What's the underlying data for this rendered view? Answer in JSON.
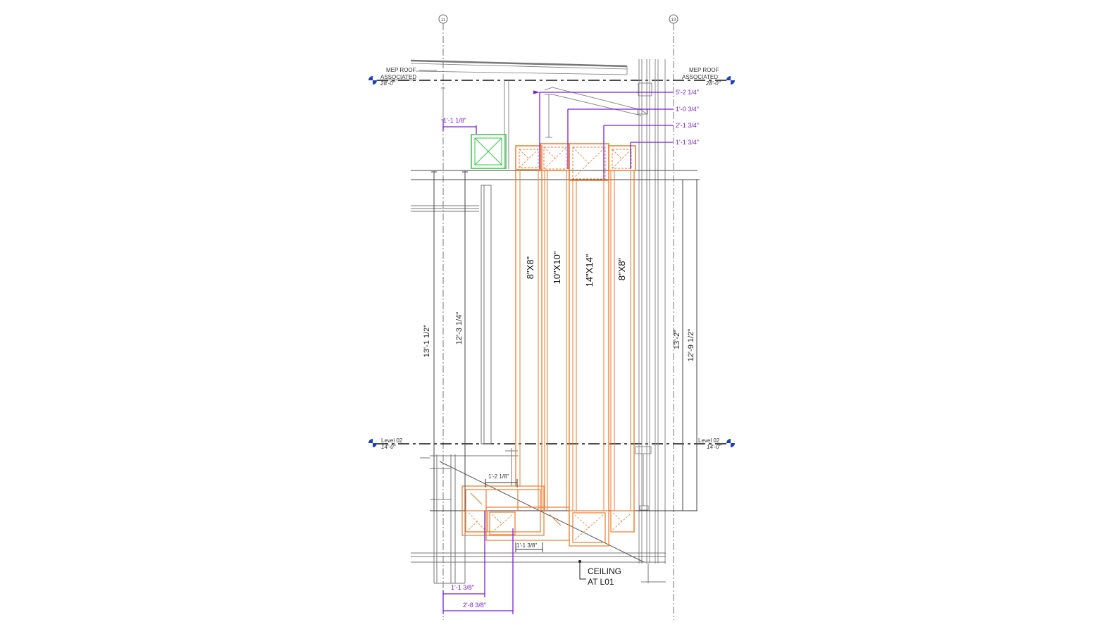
{
  "drawing": {
    "type": "MEP duct section / elevation",
    "colors": {
      "background": "#ffffff",
      "linework": "#555555",
      "duct": "#f07a2a",
      "duct_hidden": "#f07a2a",
      "dimension_purple": "#7a1fd6",
      "equipment_green": "#2ecc40",
      "level_marker": "#1f3fb8"
    },
    "grids": [
      {
        "label": "11"
      },
      {
        "label": "13"
      }
    ],
    "levels": [
      {
        "name_line1": "MEP ROOF",
        "name_line2": "ASSOCIATED",
        "elevation": "28'-0\"",
        "side": "left"
      },
      {
        "name_line1": "MEP ROOF",
        "name_line2": "ASSOCIATED",
        "elevation": "28'-0\"",
        "side": "right"
      },
      {
        "name_line1": "Level 02",
        "name_line2": "",
        "elevation": "14'-0\"",
        "side": "left"
      },
      {
        "name_line1": "Level 02",
        "name_line2": "",
        "elevation": "14'-0\"",
        "side": "right"
      }
    ],
    "ducts": [
      {
        "size": "8\"X8\""
      },
      {
        "size": "10\"X10\""
      },
      {
        "size": "14\"X14\""
      },
      {
        "size": "8\"X8\""
      }
    ],
    "vertical_dimensions": [
      {
        "value": "13'-1 1/2\""
      },
      {
        "value": "12'-3 1/4\""
      },
      {
        "value": "13'-2\""
      },
      {
        "value": "12'-9 1/2\""
      }
    ],
    "purple_dimensions": {
      "top_right": [
        "5'-2 1/4\"",
        "1'-0 3/4\"",
        "2'-1 3/4\"",
        "1'-1 3/4\""
      ],
      "top_left": "1'-1 1/8\"",
      "bottom": [
        "1'-1 3/8\"",
        "2'-8 3/8\""
      ]
    },
    "black_dimensions": {
      "offset_top": "1'-2 1/8\"",
      "offset_bottom": "1'-1 3/8\""
    },
    "notes": {
      "ceiling_line1": "CEILING",
      "ceiling_line2": "AT L01"
    }
  }
}
